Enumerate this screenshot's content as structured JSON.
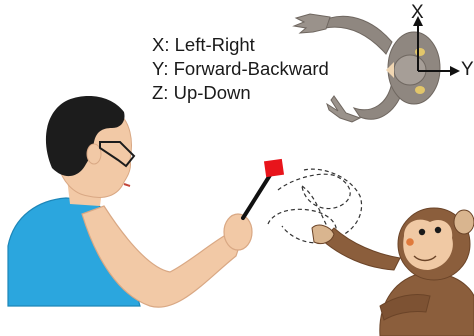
{
  "legend": {
    "x": "X: Left-Right",
    "y": "Y: Forward-Backward",
    "z": "Z: Up-Down"
  },
  "axes": {
    "x": "X",
    "y": "Y"
  },
  "colors": {
    "shirt": "#2ba6de",
    "skin_human": "#f2c9a6",
    "hair": "#1c1c1c",
    "monkey_fur": "#8b5e3c",
    "monkey_face": "#f0c9a4",
    "target": "#e8141b",
    "stick": "#111111",
    "top_view_body": "#8f8780"
  }
}
